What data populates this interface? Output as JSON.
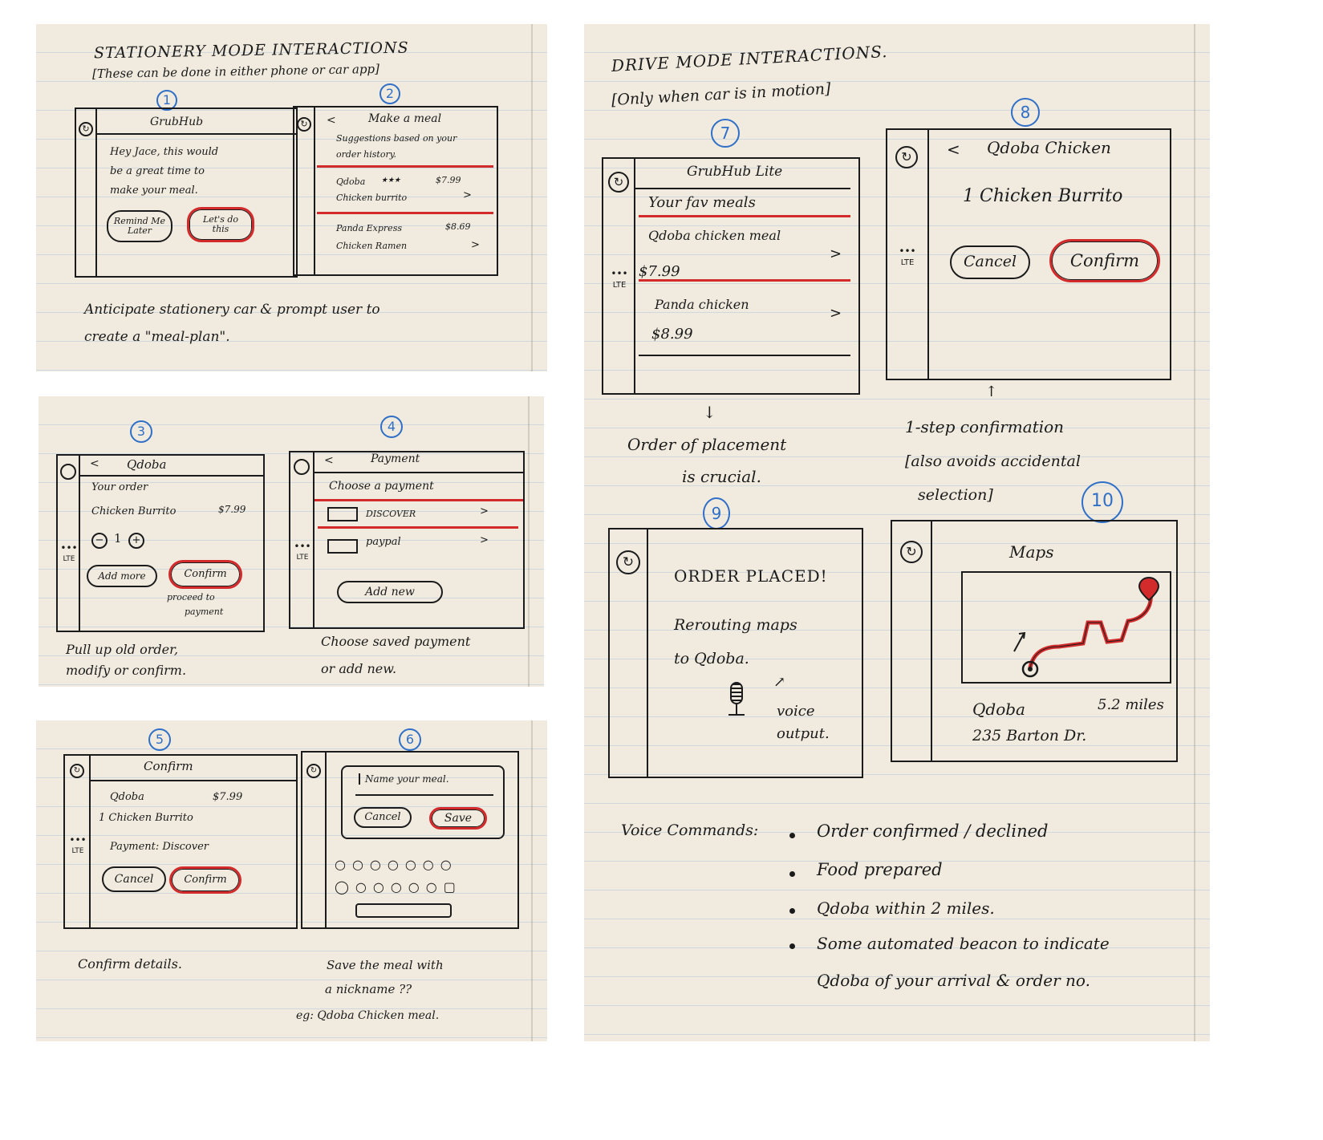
{
  "colors": {
    "ink": "#1b1b1b",
    "accent_red": "#d32b2b",
    "number_blue": "#2f6fc7",
    "paper": "#f1ebdf"
  },
  "panel1": {
    "title": "STATIONERY MODE INTERACTIONS",
    "subtitle": "[These can be done in either phone or car app]",
    "s1": {
      "num": "1",
      "header": "GrubHub",
      "body": [
        "Hey Jace, this would",
        "be a great time to",
        "make your meal."
      ],
      "btn_later": "Remind Me Later",
      "btn_do": "Let's do this"
    },
    "s2": {
      "num": "2",
      "back": "<",
      "header": "Make a meal",
      "hint": [
        "Suggestions based on your",
        "order history."
      ],
      "item1_name": "Qdoba",
      "item1_stars": "★★★",
      "item1_price": "$7.99",
      "item1_sub": "Chicken burrito",
      "item2_name": "Panda Express",
      "item2_price": "$8.69",
      "item2_sub": "Chicken Ramen",
      "chev": ">"
    },
    "caption": [
      "Anticipate stationery car & prompt user to",
      "create a \"meal-plan\"."
    ]
  },
  "panel2": {
    "s3": {
      "num": "3",
      "back": "<",
      "header": "Qdoba",
      "label": "Your order",
      "item": "Chicken Burrito",
      "price": "$7.99",
      "minus": "−",
      "qty": "1",
      "plus": "+",
      "dots": "•••",
      "lte": "LTE",
      "btn_add": "Add more",
      "btn_confirm": "Confirm",
      "note": [
        "proceed to",
        "payment"
      ]
    },
    "s4": {
      "num": "4",
      "back": "<",
      "header": "Payment",
      "label": "Choose a payment",
      "opt1": "DISCOVER",
      "opt2": "paypal",
      "chev": ">",
      "dots": "•••",
      "lte": "LTE",
      "btn_new": "Add new"
    },
    "caption_left": [
      "Pull up old order,",
      "modify or confirm."
    ],
    "caption_right": [
      "Choose saved payment",
      "or add new."
    ]
  },
  "panel3": {
    "s5": {
      "num": "5",
      "header": "Confirm",
      "vendor": "Qdoba",
      "price": "$7.99",
      "item": "1 Chicken Burrito",
      "payment": "Payment: Discover",
      "dots": "•••",
      "lte": "LTE",
      "btn_cancel": "Cancel",
      "btn_confirm": "Confirm"
    },
    "s6": {
      "num": "6",
      "field": "Name your meal.",
      "btn_cancel": "Cancel",
      "btn_save": "Save"
    },
    "caption_left": "Confirm details.",
    "caption_right": [
      "Save the meal with",
      "a nickname ??",
      "eg: Qdoba Chicken meal."
    ]
  },
  "panel4": {
    "title": "DRIVE MODE INTERACTIONS.",
    "subtitle": "[Only when car is in motion]",
    "s7": {
      "num": "7",
      "header": "GrubHub Lite",
      "label": "Your fav meals",
      "item1": "Qdoba chicken meal",
      "price1": "$7.99",
      "item2": "Panda chicken",
      "price2": "$8.99",
      "chev": ">",
      "dots": "•••",
      "lte": "LTE"
    },
    "s8": {
      "num": "8",
      "back": "<",
      "header": "Qdoba Chicken",
      "item": "1 Chicken Burrito",
      "btn_cancel": "Cancel",
      "btn_confirm": "Confirm",
      "dots": "•••",
      "lte": "LTE"
    },
    "arrow_down": "↓",
    "arrow_up": "↑",
    "caption7": [
      "Order of placement",
      "is crucial."
    ],
    "caption8": [
      "1-step confirmation",
      "[also avoids accidental",
      "selection]"
    ],
    "s9": {
      "num": "9",
      "title": "ORDER PLACED!",
      "body": [
        "Rerouting maps",
        "to Qdoba."
      ],
      "voice": [
        "voice",
        "output."
      ]
    },
    "s10": {
      "num": "10",
      "header": "Maps",
      "dest": "Qdoba",
      "distance": "5.2 miles",
      "address": "235 Barton Dr."
    },
    "voice_label": "Voice Commands:",
    "voice_commands": [
      "Order confirmed / declined",
      "Food prepared",
      "Qdoba within 2 miles.",
      "Some automated beacon to indicate",
      "Qdoba of your arrival & order no."
    ]
  }
}
